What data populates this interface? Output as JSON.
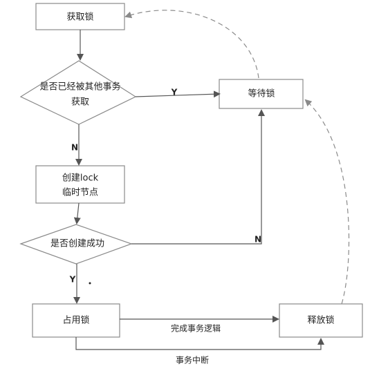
{
  "nodes": {
    "acquire": "获取锁",
    "check_line1": "是否已经被其他事务",
    "check_line2": "获取",
    "wait": "等待锁",
    "create_line1": "创建lock",
    "create_line2": "临时节点",
    "success": "是否创建成功",
    "hold": "占用锁",
    "release": "释放锁"
  },
  "edges": {
    "yes_to_wait": "Y",
    "no_to_create": "N",
    "no_to_wait": "N",
    "yes_to_hold": "Y",
    "complete": "完成事务逻辑",
    "interrupt": "事务中断"
  }
}
